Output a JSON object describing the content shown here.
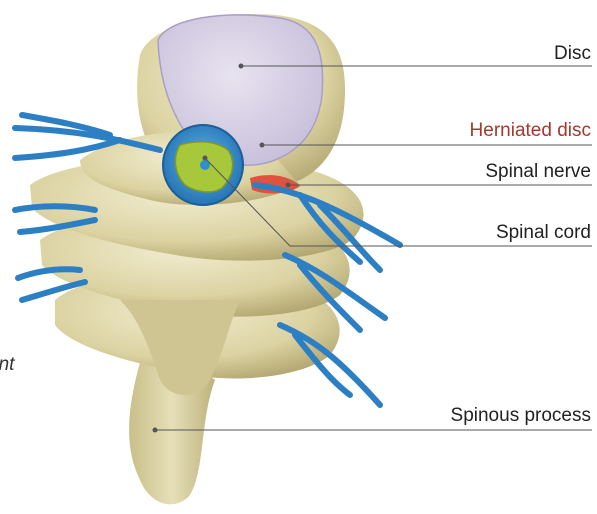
{
  "labels": {
    "disc": "Disc",
    "herniated_disc": "Herniated disc",
    "spinal_nerve": "Spinal nerve",
    "spinal_cord": "Spinal cord",
    "spinous_process": "Spinous process",
    "clipped_text": "ent"
  },
  "colors": {
    "bone": "#e3dcb0",
    "bone_shadow": "#b9ae7a",
    "disc": "#d8d2e6",
    "nerve": "#2d7fc4",
    "cord": "#2f8fd0",
    "cord_gray_matter": "#a7c83a",
    "herniation": "#e0523d",
    "herniated_label": "#a13a2c",
    "leader_line": "#555555"
  }
}
